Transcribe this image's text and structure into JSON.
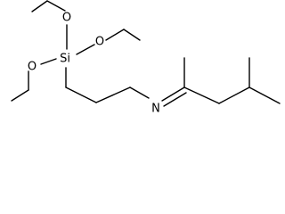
{
  "structure": {
    "atoms": {
      "si": "Si",
      "o_top": "O",
      "o_right": "O",
      "o_left": "O",
      "n": "N"
    }
  }
}
